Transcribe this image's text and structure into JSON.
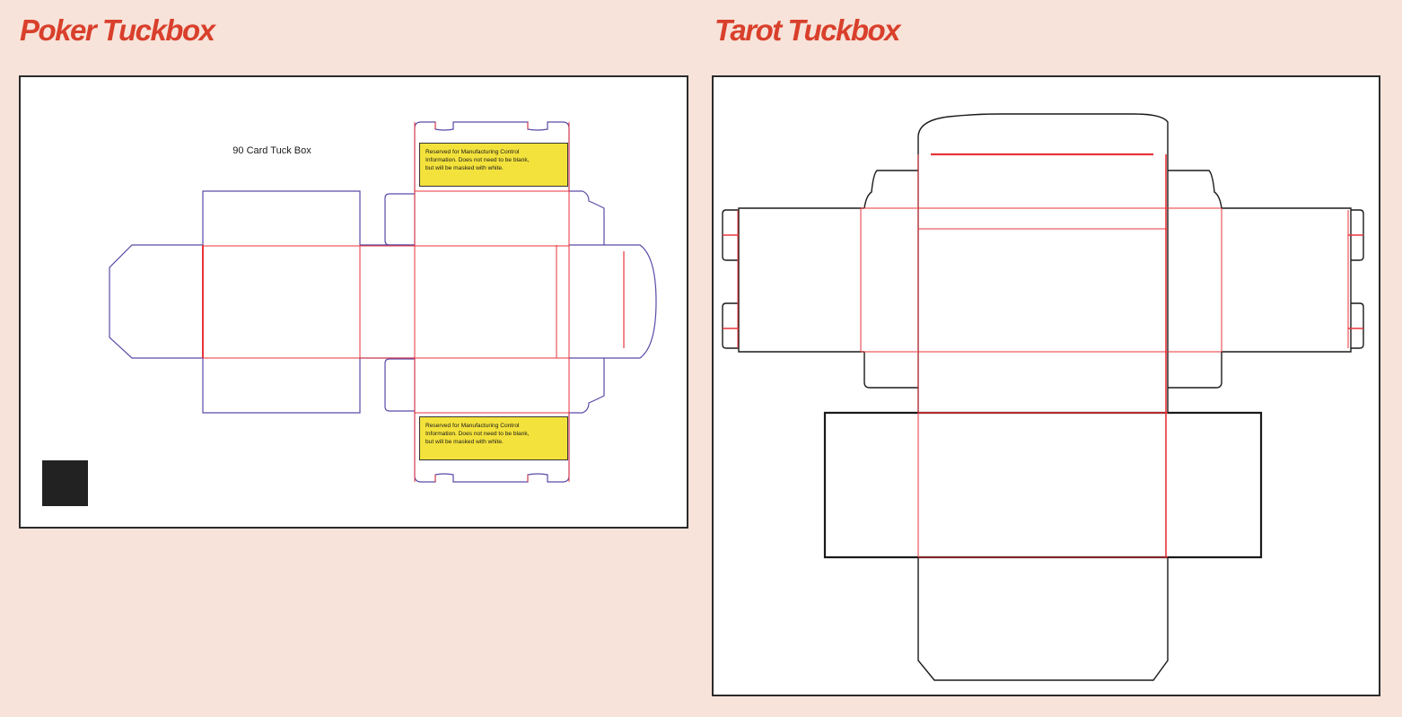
{
  "titles": {
    "poker": "Poker Tuckbox",
    "tarot": "Tarot Tuckbox"
  },
  "poker_panel": {
    "caption": "90 Card Tuck Box",
    "reserved_note": {
      "line1": "Reserved for Manufacturing Control",
      "line2": "Information.  Does not need to be blank,",
      "line3": "but will be masked with white."
    }
  },
  "colors": {
    "page_background": "#f7e3da",
    "title_text": "#d9402c",
    "panel_background": "#ffffff",
    "panel_border": "#2b2b2b",
    "poker_cut_line": "#5a4aa8",
    "tarot_cut_line": "#1a1a1a",
    "fold_line": "#e8333b",
    "note_box_fill": "#f4e23c",
    "registration_mark": "#222222"
  },
  "legend_semantics": {
    "cut_line": "outline",
    "fold_line": "red"
  }
}
